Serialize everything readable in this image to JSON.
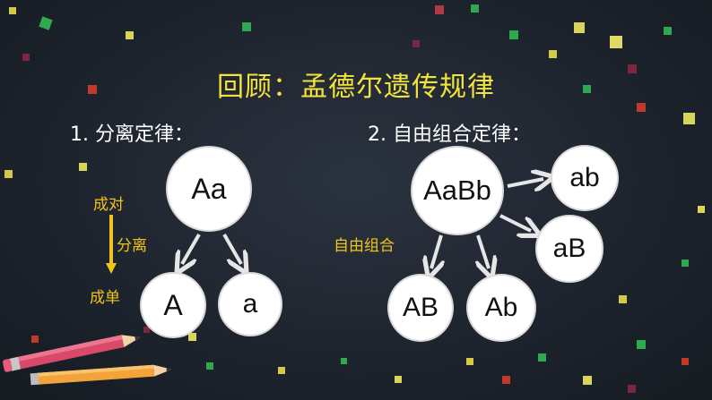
{
  "title": "回顾：孟德尔遗传规律",
  "section1": {
    "heading": "1. 分离定律：",
    "parent": "Aa",
    "gametes": [
      "A",
      "a"
    ],
    "labels": {
      "paired": "成对",
      "separate": "分离",
      "single": "成单"
    }
  },
  "section2": {
    "heading": "2. 自由组合定律：",
    "parent": "AaBb",
    "label": "自由组合",
    "gametes_right": [
      "ab",
      "aB"
    ],
    "gametes_bottom": [
      "AB",
      "Ab"
    ]
  },
  "colors": {
    "title": "#f3e33b",
    "label": "#f0c419",
    "arrow": "#e6e6e6",
    "background": "#222a34"
  }
}
